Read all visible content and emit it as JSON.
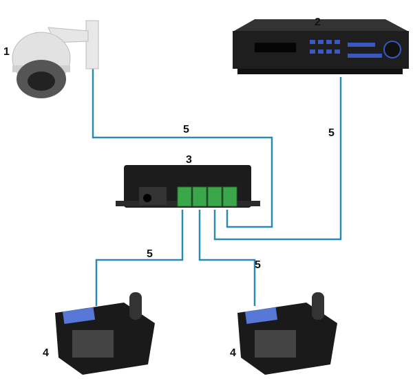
{
  "title": "PTZ camera control wiring diagram",
  "labels": {
    "camera": "1",
    "dvr": "2",
    "converter": "3",
    "keyboard_left": "4",
    "keyboard_right": "4",
    "cable_camera": "5",
    "cable_dvr": "5",
    "cable_keyboard_left": "5",
    "cable_keyboard_right": "5"
  },
  "colors": {
    "cable": "#2a8bb0",
    "terminal": "#3aa84a",
    "device": "#1c1c1c"
  }
}
